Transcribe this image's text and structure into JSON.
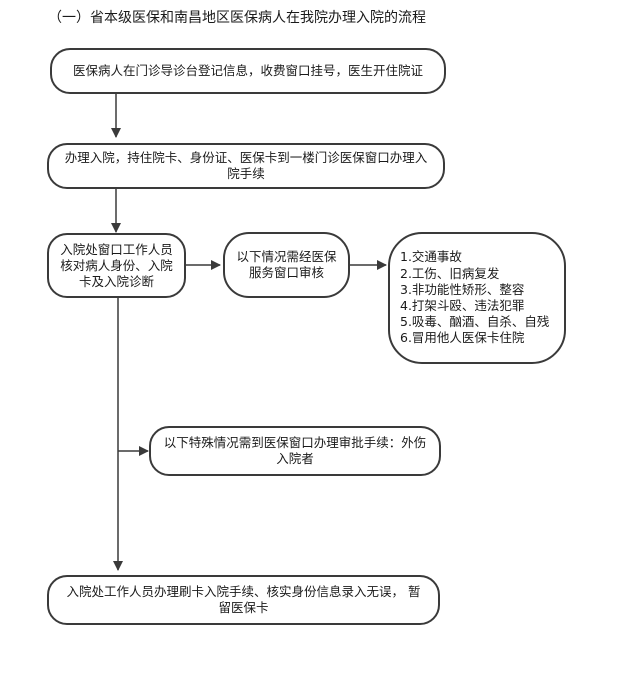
{
  "title": "（一）省本级医保和南昌地区医保病人在我院办理入院的流程",
  "steps": {
    "step1": "医保病人在门诊导诊台登记信息，收费窗口挂号，医生开住院证",
    "step2_line1": "办理入院，持住院卡、身份证、医保卡到一楼门诊医保窗口办理入",
    "step2_line2": "院手续",
    "step3_line1": "入院处窗口工作人员",
    "step3_line2": "核对病人身份、入院",
    "step3_line3": "卡及入院诊断",
    "review_line1": "以下情况需经医保",
    "review_line2": "服务窗口审核",
    "special_line1": "以下特殊情况需到医保窗口办理审批手续：外伤",
    "special_line2": "入院者",
    "final_line1": "入院处工作人员办理刷卡入院手续、核实身份信息录入无误， 暂",
    "final_line2": "留医保卡"
  },
  "review_cases": [
    "1.交通事故",
    "2.工伤、旧病复发",
    "3.非功能性矫形、整容",
    "4.打架斗殴、违法犯罪",
    "5.吸毒、酗酒、自杀、自残",
    "6.冒用他人医保卡住院"
  ],
  "colors": {
    "stroke": "#3a3a3a",
    "text": "#1a1a1a"
  }
}
